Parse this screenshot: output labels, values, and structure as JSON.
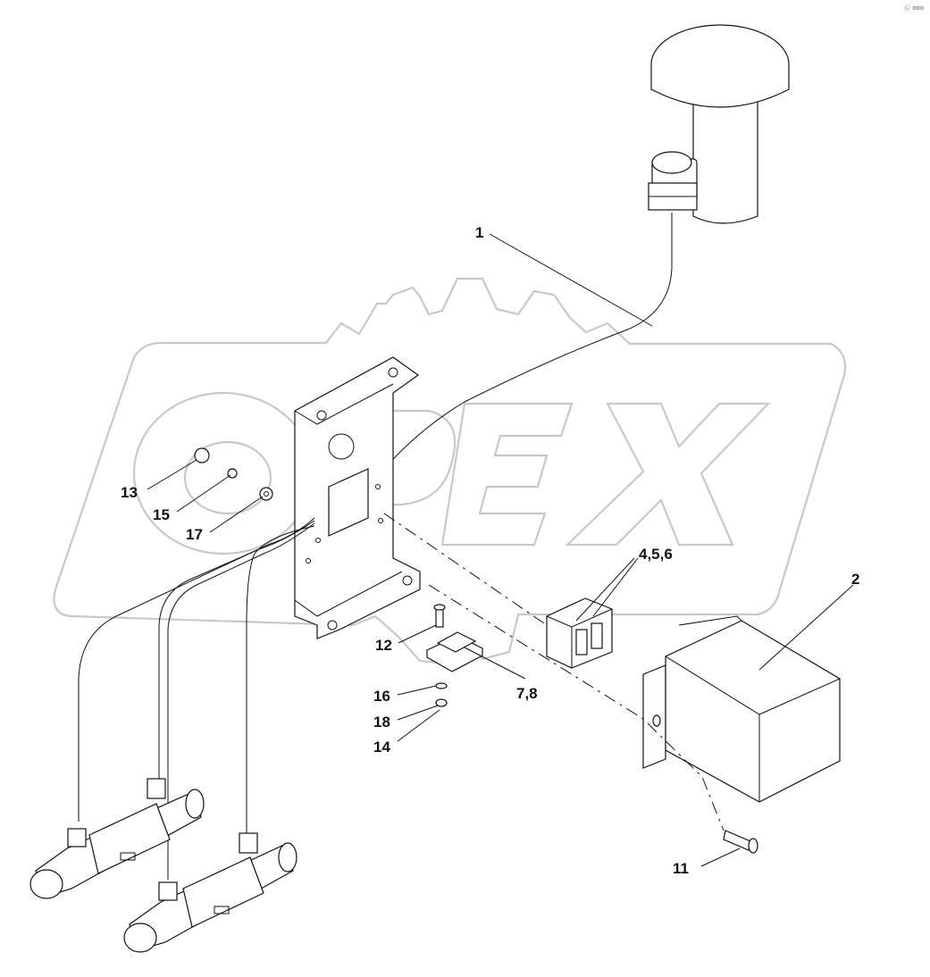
{
  "watermark": {
    "text": "OPEX"
  },
  "corner_label": "ⓒ ooo",
  "callouts": [
    {
      "id": "c1",
      "label": "1"
    },
    {
      "id": "c2",
      "label": "2"
    },
    {
      "id": "c456",
      "label": "4,5,6"
    },
    {
      "id": "c78",
      "label": "7,8"
    },
    {
      "id": "c11",
      "label": "11"
    },
    {
      "id": "c12",
      "label": "12"
    },
    {
      "id": "c13",
      "label": "13"
    },
    {
      "id": "c14",
      "label": "14"
    },
    {
      "id": "c15",
      "label": "15"
    },
    {
      "id": "c16",
      "label": "16"
    },
    {
      "id": "c17",
      "label": "17"
    },
    {
      "id": "c18",
      "label": "18"
    }
  ]
}
